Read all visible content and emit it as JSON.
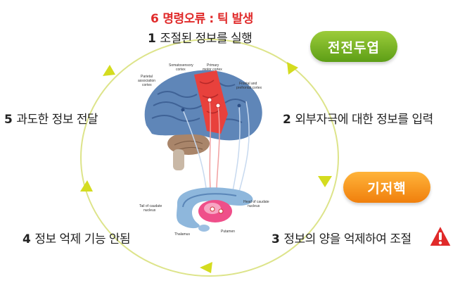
{
  "steps": {
    "s1": {
      "num": "1",
      "text": "조절된 정보를 실행"
    },
    "s2": {
      "num": "2",
      "text": "외부자극에 대한 정보를 입력"
    },
    "s3": {
      "num": "3",
      "text": "정보의 양을 억제하여 조절"
    },
    "s4": {
      "num": "4",
      "text": "정보 억제 기능 안됨"
    },
    "s5": {
      "num": "5",
      "text": "과도한 정보 전달"
    },
    "s6": {
      "num": "6",
      "text": "명령오류 : 틱 발생"
    }
  },
  "pills": {
    "green": "전전두엽",
    "orange": "기저핵"
  },
  "brain_labels": {
    "somatosensory": [
      "Somatosensory",
      "cortex"
    ],
    "primary_motor": [
      "Primary",
      "motor cortex"
    ],
    "parietal": [
      "Parietal",
      "association",
      "cortex"
    ],
    "frontal": [
      "Frontal and",
      "prefrontal cortex"
    ],
    "tail_caudate": [
      "Tail of caudate",
      "nucleus"
    ],
    "head_caudate": [
      "Head of caudate",
      "nucleus"
    ],
    "thalamus": "Thalamus",
    "putamen": "Putamen"
  },
  "colors": {
    "arrow": "#d4dc1f",
    "cycle_line": "#d9e07a",
    "warning": "#e02a2a",
    "green_pill": "#7cb82a",
    "orange_pill": "#f39a1f"
  },
  "icons": [
    "warning-icon"
  ]
}
